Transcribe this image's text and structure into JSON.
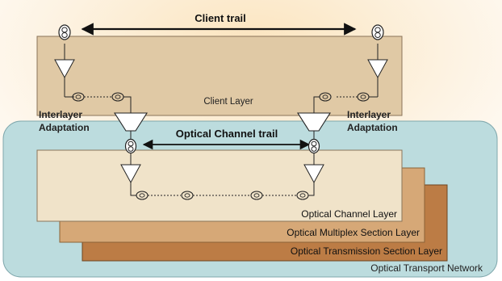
{
  "labels": {
    "client_trail": "Client trail",
    "client_layer": "Client Layer",
    "interlayer_left_1": "Interlayer",
    "interlayer_left_2": "Adaptation",
    "interlayer_right_1": "Interlayer",
    "interlayer_right_2": "Adaptation",
    "och_trail": "Optical Channel trail",
    "och_layer": "Optical Channel Layer",
    "oms_layer": "Optical Multiplex Section Layer",
    "ots_layer": "Optical Transmission Section Layer",
    "otn": "Optical Transport Network"
  },
  "colors": {
    "background_glow": "#fbe9cc",
    "client_layer_fill": "#e0c9a5",
    "otn_fill": "#bcdcde",
    "och_layer_fill": "#f0e3c9",
    "oms_layer_fill": "#d6a877",
    "ots_layer_fill": "#bc7c45",
    "triangle_fill": "#ffffff",
    "stroke": "#222222"
  }
}
